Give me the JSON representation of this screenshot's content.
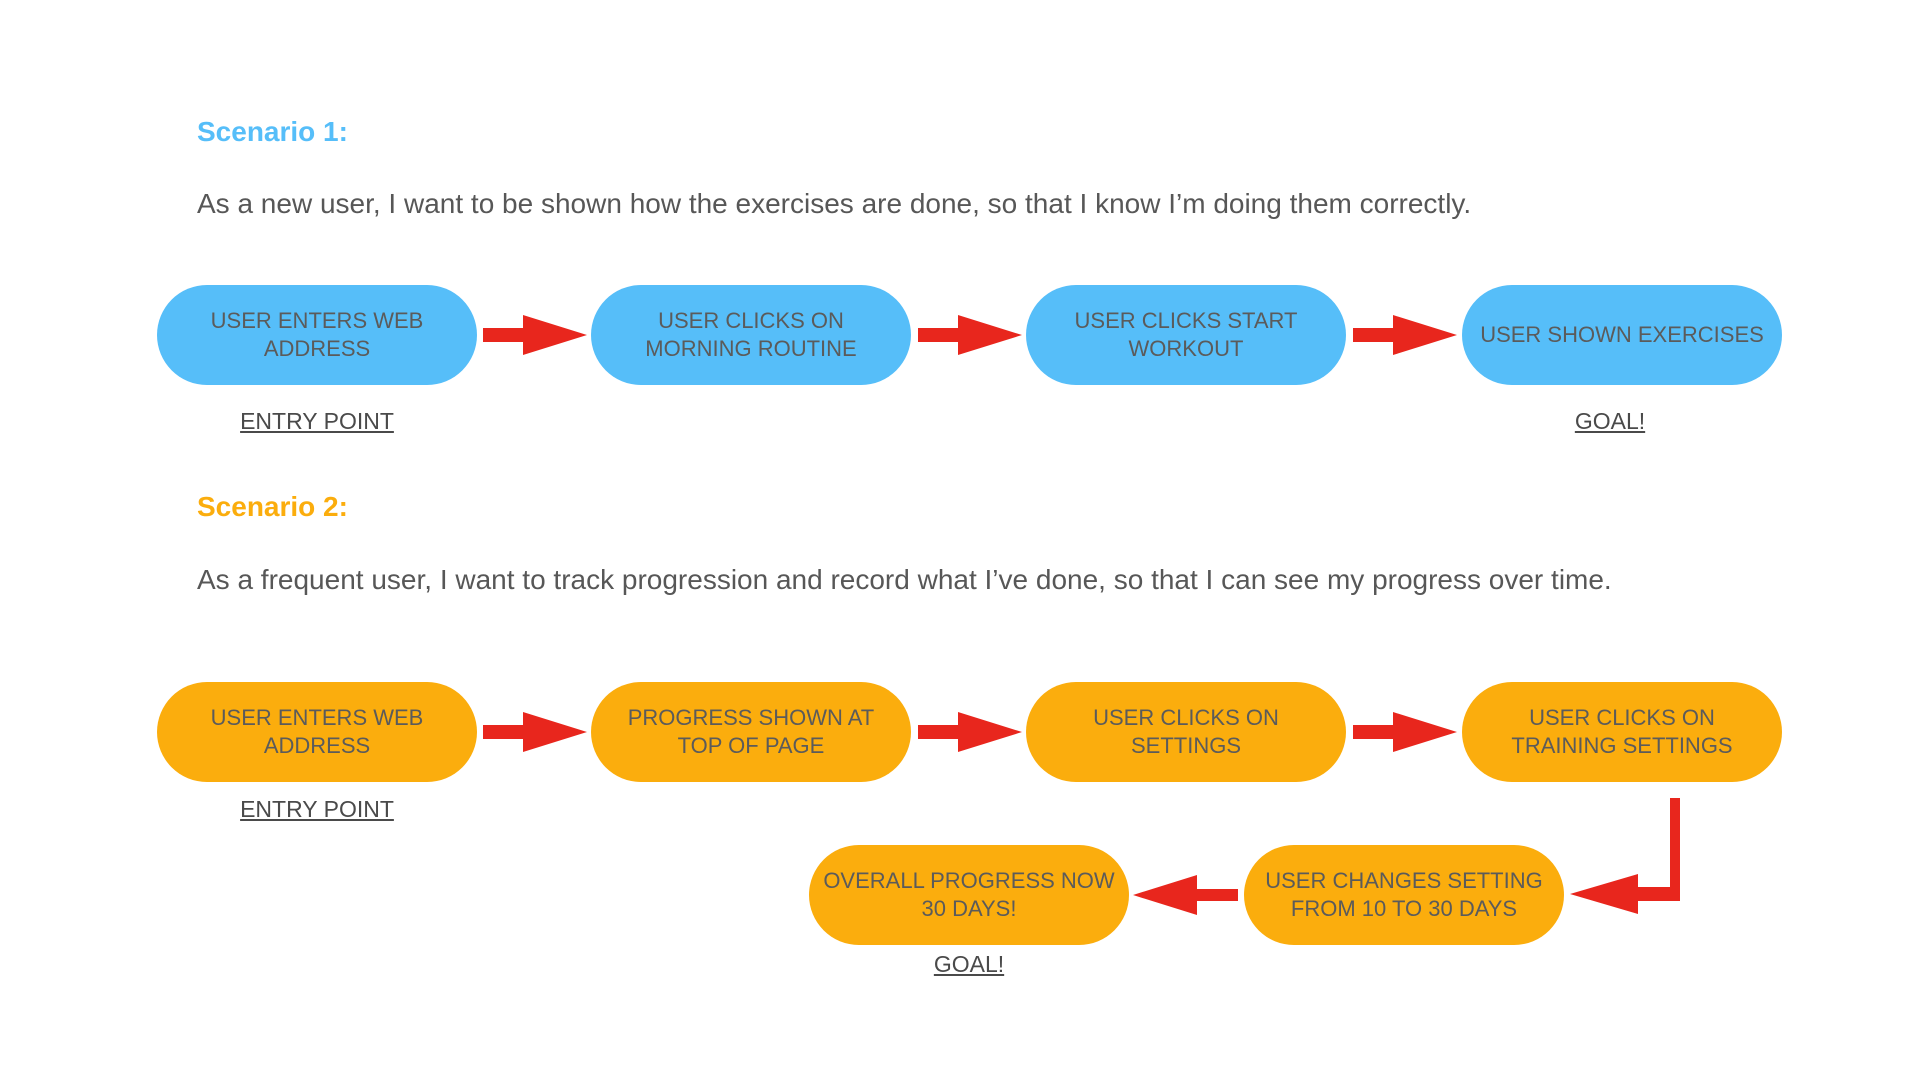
{
  "colors": {
    "scenario1": "#56bef9",
    "scenario2": "#fbad0d",
    "arrow": "#e8261d",
    "text": "#5b5b5b"
  },
  "scenario1": {
    "heading": "Scenario 1:",
    "story": "As a new user, I want to be shown how the exercises are done, so that I know I’m doing them correctly.",
    "steps": [
      "USER ENTERS WEB ADDRESS",
      "USER CLICKS ON MORNING ROUTINE",
      "USER CLICKS START WORKOUT",
      "USER SHOWN EXERCISES"
    ],
    "entry_label": "ENTRY POINT",
    "goal_label": "GOAL!"
  },
  "scenario2": {
    "heading": "Scenario 2:",
    "story": "As a frequent user, I want to track progression and record what I’ve done, so that I can see my progress over time.",
    "steps": [
      "USER ENTERS WEB ADDRESS",
      "PROGRESS SHOWN AT TOP OF PAGE",
      "USER CLICKS ON SETTINGS",
      "USER CLICKS ON TRAINING SETTINGS",
      "USER CHANGES SETTING FROM 10 TO 30 DAYS",
      "OVERALL PROGRESS NOW 30 DAYS!"
    ],
    "entry_label": "ENTRY POINT",
    "goal_label": "GOAL!"
  }
}
